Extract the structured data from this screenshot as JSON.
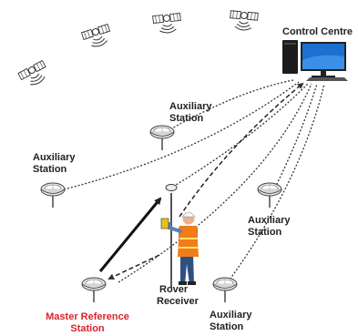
{
  "labels": {
    "control_centre": "Control Centre",
    "auxiliary": "Auxiliary",
    "station": "Station",
    "master_reference_line1": "Master Reference",
    "master_reference_line2": "Station",
    "rover_line1": "Rover",
    "rover_line2": "Receiver"
  },
  "colors": {
    "master_label": "#d6252b",
    "text": "#222222",
    "link_line": "#333333",
    "monitor_screen": "#1d6fd0",
    "vest": "#f07d1a"
  },
  "icons": [
    "satellite-icon",
    "computer-icon",
    "gnss-antenna-icon",
    "surveyor-icon"
  ]
}
